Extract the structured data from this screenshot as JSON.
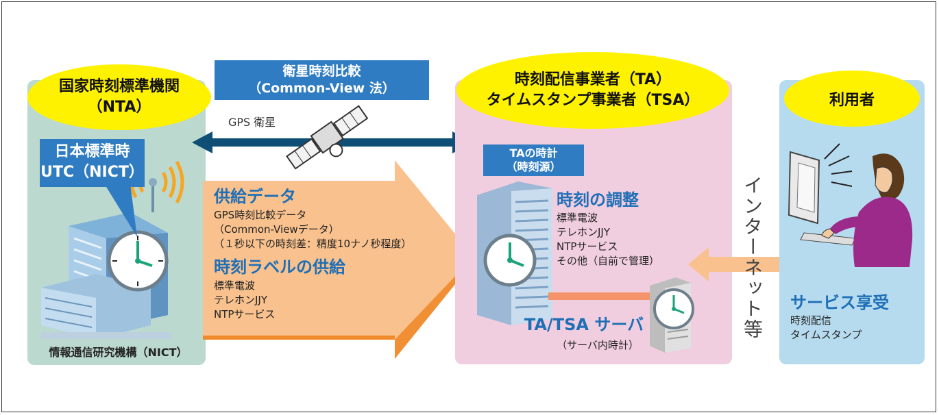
{
  "colors": {
    "nta_panel": "#bcd9d0",
    "ta_panel": "#f1cedf",
    "user_panel": "#b6dbef",
    "oval": "#fff200",
    "blue_box": "#2f7cc2",
    "heading_blue": "#1f6fb6",
    "supply_arrow": "#f9c18d",
    "double_arrow": "#0f4f75"
  },
  "satellite_box": {
    "line1": "衛星時刻比較",
    "line2": "（Common-View 法）"
  },
  "gps_label": "GPS 衛星",
  "nta": {
    "oval_line1": "国家時刻標準機関",
    "oval_line2": "（NTA）",
    "time_box_line1": "日本標準時",
    "time_box_line2": "UTC（NICT）",
    "caption": "情報通信研究機構（NICT）"
  },
  "supply": {
    "heading": "供給データ",
    "items": [
      "GPS時刻比較データ",
      "（Common-Viewデータ）",
      "（１秒以下の時刻差：精度10ナノ秒程度）"
    ],
    "label_heading": "時刻ラベルの供給",
    "label_items": [
      "標準電波",
      "テレホンJJY",
      "NTPサービス"
    ]
  },
  "ta": {
    "oval_line1": "時刻配信事業者（TA）",
    "oval_line2": "タイムスタンプ事業者（TSA）",
    "clock_box_line1": "TAの時計",
    "clock_box_line2": "（時刻源）",
    "adjust_heading": "時刻の調整",
    "adjust_items": [
      "標準電波",
      "テレホンJJY",
      "NTPサービス",
      "その他（自前で管理）"
    ],
    "server_heading": "TA/TSA サーバ",
    "server_sub": "（サーバ内時計）"
  },
  "internet_label": "インターネット等",
  "user": {
    "oval": "利用者",
    "service_heading": "サービス享受",
    "service_items": [
      "時刻配信",
      "タイムスタンプ"
    ]
  },
  "icons": [
    "clock-icon",
    "building-icon",
    "satellite-icon",
    "server-icon",
    "antenna-signal-icon",
    "user-at-computer-icon"
  ]
}
